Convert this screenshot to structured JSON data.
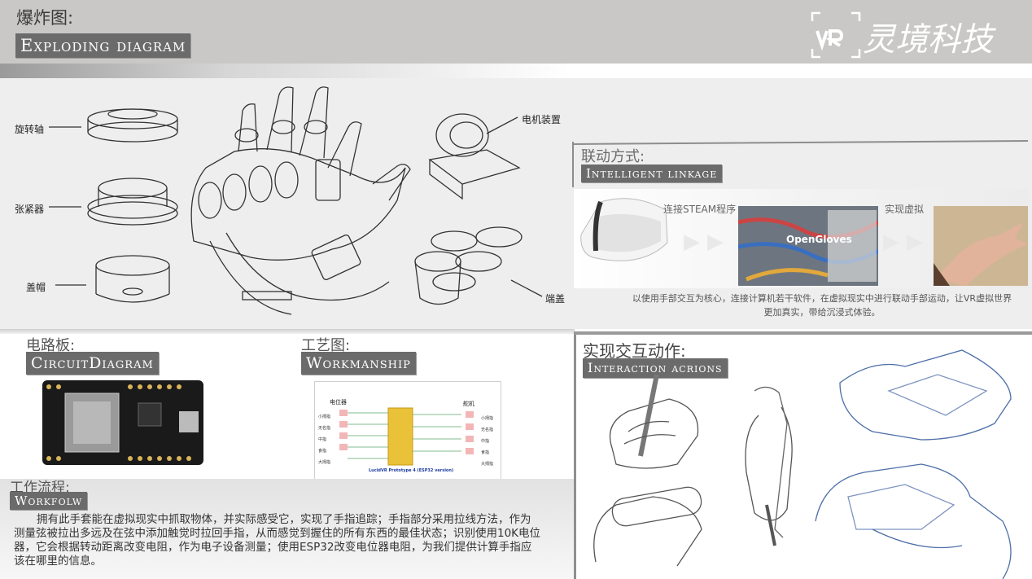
{
  "header": {
    "title_cn": "爆炸图:",
    "title_en": "Exploding diagram",
    "logo_vr": "VR",
    "logo_text": "灵境科技"
  },
  "exploded": {
    "parts": {
      "rotation_shaft": "旋转轴",
      "tensioner": "张紧器",
      "cap": "盖帽",
      "motor": "电机装置",
      "end_cap": "端盖"
    }
  },
  "linkage": {
    "title_cn": "联动方式:",
    "title_en": "Intelligent linkage",
    "step1": "连接STEAM程序",
    "step2": "实现虚拟",
    "openglove": "OpenGloves",
    "caption_line1": "以使用手部交互为核心，连接计算机若干软件，在虚拟现实中进行联动手部运动，让VR虚拟世界",
    "caption_line2": "更加真实，带给沉浸式体验。"
  },
  "circuit": {
    "title_cn": "电路板:",
    "title_en": "CircuitDiagram"
  },
  "workmanship": {
    "title_cn": "工艺图:",
    "title_en": "Workmanship",
    "labels": {
      "potentiometer": "电位器",
      "servo": "舵机",
      "proto": "LucidVR Prototype 4 (ESP32 version)",
      "fingers": [
        "小拇指",
        "无名指",
        "中指",
        "食指",
        "大拇指"
      ]
    }
  },
  "workflow": {
    "title_cn": "工作流程:",
    "title_en": "Workfolw",
    "text": "拥有此手套能在虚拟现实中抓取物体，并实际感受它，实现了手指追踪；手指部分采用拉线方法，作为测量弦被拉出多远及在弦中添加触觉时拉回手指，从而感觉到握住的所有东西的最佳状态；识别使用10K电位器，它会根据转动距离改变电阻，作为电子设备测量；使用ESP32改变电位器电阻，为我们提供计算手指应该在哪里的信息。"
  },
  "interaction": {
    "title_cn": "实现交互动作:",
    "title_en": "Interaction acrions"
  },
  "colors": {
    "header_bg": "#c9c8c7",
    "badge_bg": "#6b6b6b",
    "panel_bg": "#eeeeee"
  }
}
